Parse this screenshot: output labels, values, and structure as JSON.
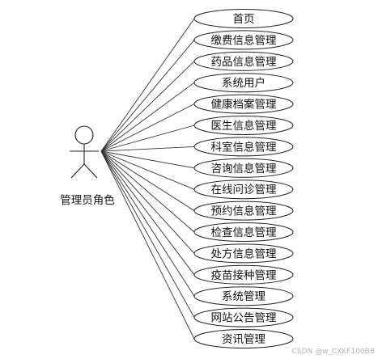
{
  "actor": {
    "name": "管理员角色"
  },
  "use_cases": [
    "首页",
    "缴费信息管理",
    "药品信息管理",
    "系统用户",
    "健康档案管理",
    "医生信息管理",
    "科室信息管理",
    "咨询信息管理",
    "在线问诊管理",
    "预约信息管理",
    "检查信息管理",
    "处方信息管理",
    "疫苗接种管理",
    "系统管理",
    "网站公告管理",
    "资讯管理"
  ],
  "watermark": "CSDN @w_CXKF100BB"
}
